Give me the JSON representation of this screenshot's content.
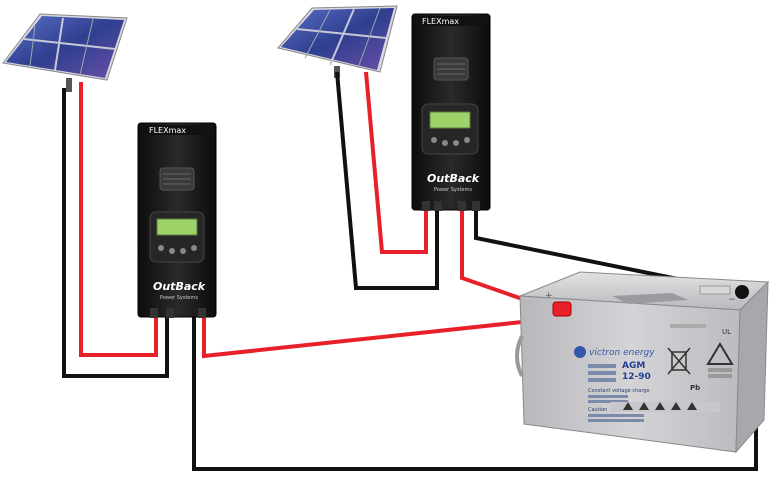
{
  "controllers": [
    {
      "brand": "FLEXmax",
      "logo": "OutBack",
      "logo_sub": "Power Systems"
    },
    {
      "brand": "FLEXmax",
      "logo": "OutBack",
      "logo_sub": "Power Systems"
    }
  ],
  "battery": {
    "brand": "victron energy",
    "model_line1": "AGM",
    "model_line2": "12-90",
    "label_cycle": "Constant voltage charge",
    "label_caution": "Caution",
    "label_pb": "Pb",
    "polarity_pos": "+",
    "polarity_neg": "−"
  },
  "colors": {
    "wire_positive": "#e8202a",
    "wire_negative": "#111111",
    "panel_cell": "#3b4fa0",
    "controller_body": "#1c1c1c",
    "lcd": "#9fd36a",
    "battery_case": "#c9c9cc"
  }
}
